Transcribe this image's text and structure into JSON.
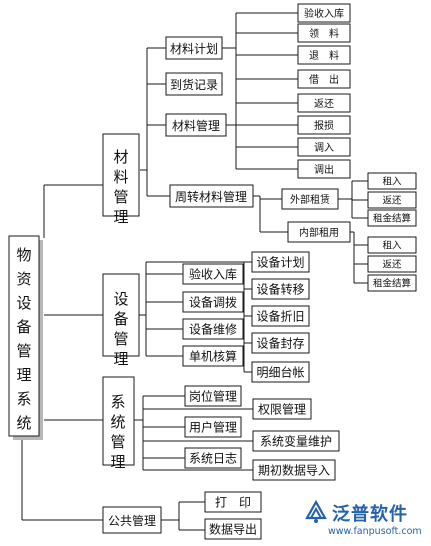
{
  "root": "物资设备管理系统",
  "categories": {
    "materials": "材料管理",
    "equipment": "设备管理",
    "system": "系统管理",
    "public": "公共管理"
  },
  "materials": {
    "plan": "材料计划",
    "arrival": "到货记录",
    "management": "材料管理",
    "revolving": "周转材料管理",
    "ops": [
      "验收入库",
      "领　料",
      "退　料",
      "借　出",
      "返还",
      "报损",
      "调入",
      "调出"
    ],
    "external_rent": "外部租赁",
    "external_items": [
      "租入",
      "返还",
      "租金结算"
    ],
    "internal_rent": "内部租用",
    "internal_items": [
      "租入",
      "返还",
      "租金结算"
    ]
  },
  "equipment": {
    "left": [
      "验收入库",
      "设备调拨",
      "设备维修",
      "单机核算"
    ],
    "right": [
      "设备计划",
      "设备转移",
      "设备折旧",
      "设备封存",
      "明细台帐"
    ]
  },
  "system": {
    "left": [
      "岗位管理",
      "用户管理",
      "系统日志"
    ],
    "right": [
      "权限管理",
      "系统变量维护",
      "期初数据导入"
    ]
  },
  "public": {
    "items": [
      "打　印",
      "数据导出"
    ]
  },
  "watermark": {
    "brand": "泛普软件",
    "url": "www.fanpusoft.com"
  }
}
